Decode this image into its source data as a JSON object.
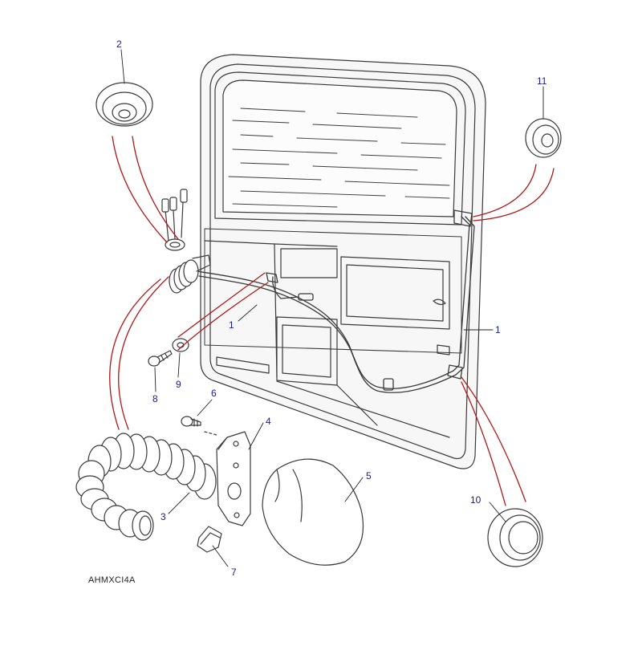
{
  "diagram": {
    "reference_code": "AHMXCI4A",
    "callouts": [
      {
        "id": "c2",
        "label": "2"
      },
      {
        "id": "c11",
        "label": "11"
      },
      {
        "id": "c1a",
        "label": "1"
      },
      {
        "id": "c1b",
        "label": "1"
      },
      {
        "id": "c8",
        "label": "8"
      },
      {
        "id": "c9",
        "label": "9"
      },
      {
        "id": "c6",
        "label": "6"
      },
      {
        "id": "c4",
        "label": "4"
      },
      {
        "id": "c5",
        "label": "5"
      },
      {
        "id": "c3",
        "label": "3"
      },
      {
        "id": "c10",
        "label": "10"
      },
      {
        "id": "c7",
        "label": "7"
      }
    ],
    "colors": {
      "line": "#3a3a3a",
      "leader_red": "#b01818",
      "callout_text": "#1a1a8c",
      "panel_fill": "#f7f7f7"
    }
  }
}
